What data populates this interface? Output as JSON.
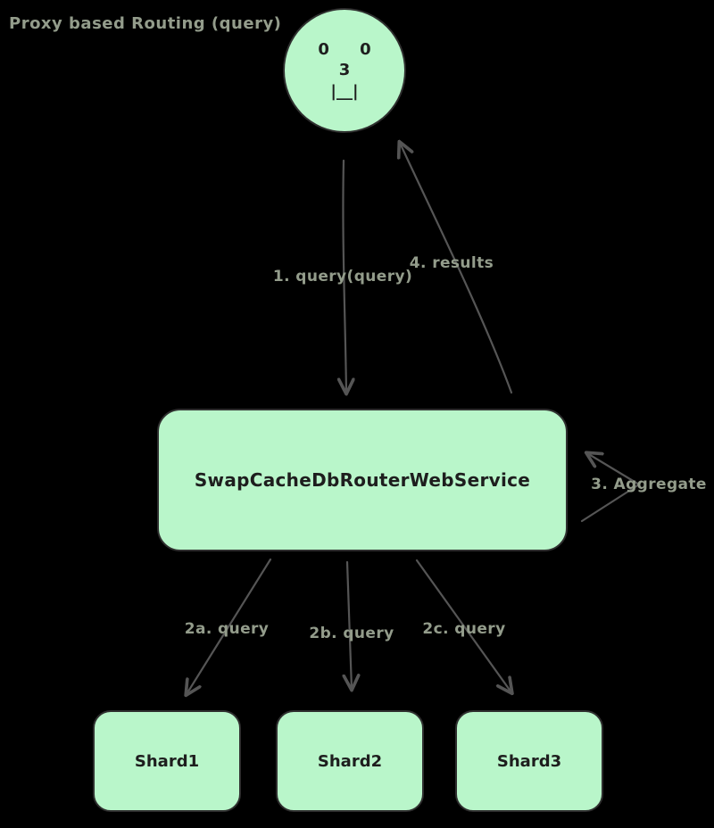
{
  "title": "Proxy based Routing (query)",
  "actor": {
    "face_line1": "0   0",
    "face_line2": "3",
    "face_line3": "|__|"
  },
  "service": {
    "label": "SwapCacheDbRouterWebService"
  },
  "shards": [
    {
      "label": "Shard1"
    },
    {
      "label": "Shard2"
    },
    {
      "label": "Shard3"
    }
  ],
  "edges": {
    "query_down": "1. query(query)",
    "results_up": "4. results",
    "aggregate": "3. Aggregate",
    "query_2a": "2a. query",
    "query_2b": "2b. query",
    "query_2c": "2c. query"
  },
  "colors": {
    "node_fill": "#b9f6ca",
    "node_stroke": "#2f2f2f",
    "arrow": "#555555",
    "label": "#939c8b",
    "text": "#1e1e1e",
    "bg": "#000000"
  }
}
